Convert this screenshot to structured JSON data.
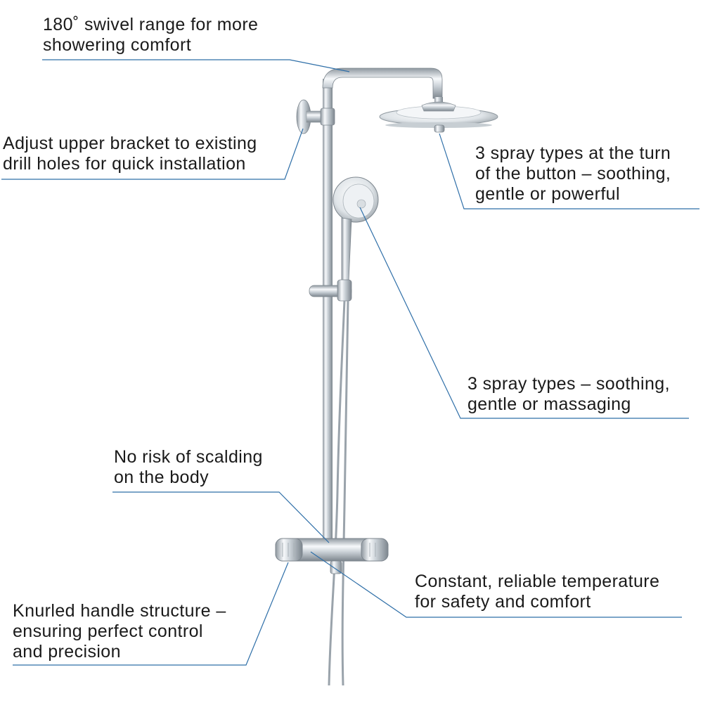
{
  "callouts": {
    "swivel": "180˚ swivel range for more\nshowering comfort",
    "bracket": "Adjust upper bracket to existing\ndrill holes for quick installation",
    "head_spray": "3 spray types at the turn\nof the button – soothing,\ngentle or powerful",
    "hand_spray": "3 spray types – soothing,\ngentle or massaging",
    "scalding": "No risk of scalding\non the body",
    "temperature": "Constant, reliable temperature\nfor safety and comfort",
    "knurled": "Knurled handle structure –\nensuring perfect control\nand precision"
  },
  "colors": {
    "leader_line": "#2f6fa8",
    "text": "#1a1a1a",
    "chrome_dark": "#9aa3ab",
    "chrome_light": "#f7f9fb"
  }
}
